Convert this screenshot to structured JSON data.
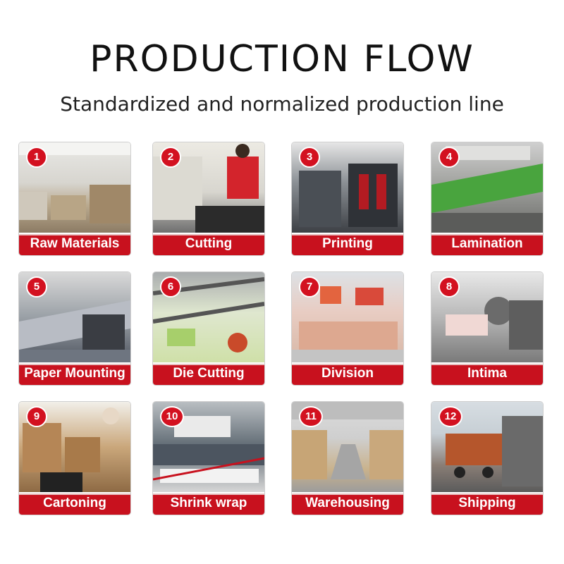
{
  "header": {
    "title": "PRODUCTION FLOW",
    "subtitle": "Standardized and normalized production line"
  },
  "steps": [
    {
      "number": "1",
      "label": "Raw Materials"
    },
    {
      "number": "2",
      "label": "Cutting"
    },
    {
      "number": "3",
      "label": "Printing"
    },
    {
      "number": "4",
      "label": "Lamination"
    },
    {
      "number": "5",
      "label": "Paper Mounting"
    },
    {
      "number": "6",
      "label": "Die Cutting"
    },
    {
      "number": "7",
      "label": "Division"
    },
    {
      "number": "8",
      "label": "Intima"
    },
    {
      "number": "9",
      "label": "Cartoning"
    },
    {
      "number": "10",
      "label": "Shrink wrap"
    },
    {
      "number": "11",
      "label": "Warehousing"
    },
    {
      "number": "12",
      "label": "Shipping"
    }
  ],
  "colors": {
    "accent": "#c8111e",
    "badge": "#d31120"
  }
}
